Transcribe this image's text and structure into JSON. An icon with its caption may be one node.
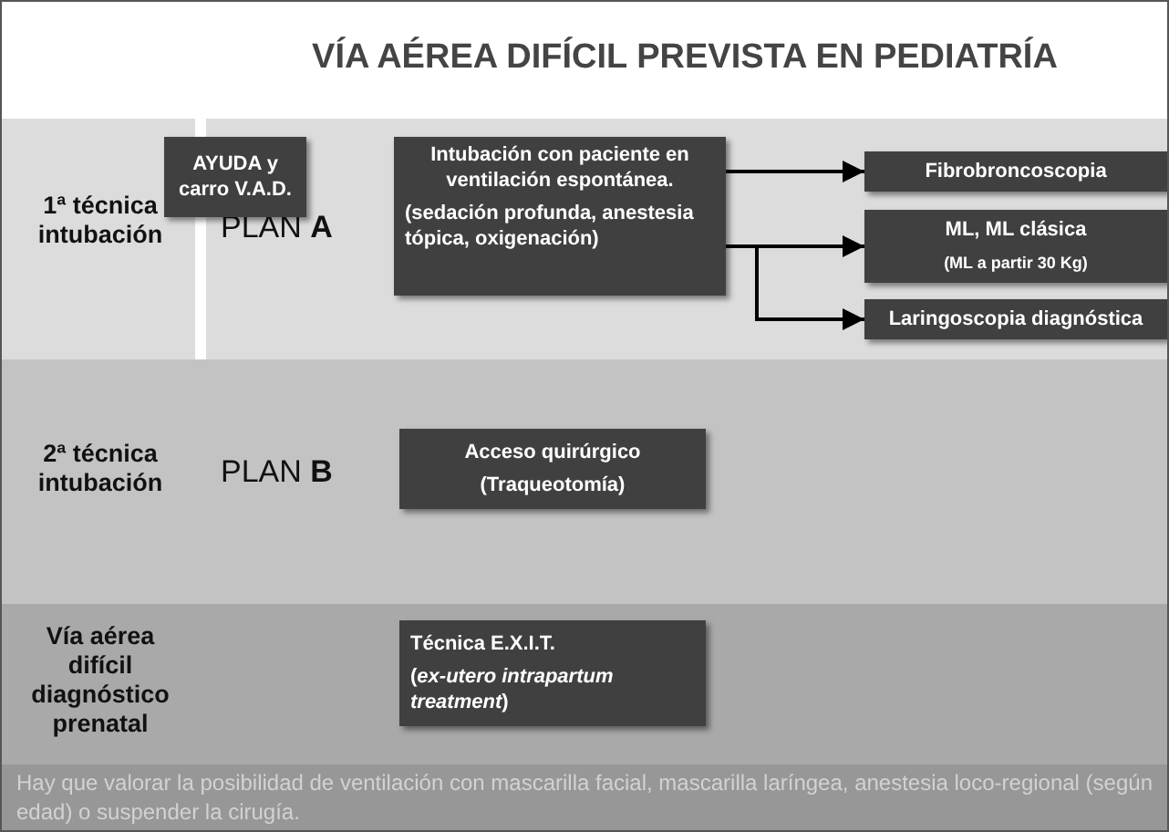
{
  "diagram": {
    "title": "VÍA AÉREA DIFÍCIL PREVISTA EN PEDIATRÍA",
    "nodes": [
      {
        "text": [
          "1ª técnica intubación",
          "PLAN **A**"
        ]
      },
      {
        "text": [
          "AYUDA y carro V.A.D."
        ],
        "in": 0
      },
      {
        "text": [
          "Intubación con paciente en ventilación espontánea.",
          "(sedación profunda, anestesia tópica, oxigenación)"
        ],
        "in": 0
      },
      {
        "text": [
          "Fibrobroncoscopia"
        ],
        "in": 0
      },
      {
        "text": [
          "ML, ML clásica",
          "(ML a partir 30 Kg)"
        ],
        "in": 0
      },
      {
        "text": [
          "Laringoscopia diagnóstica"
        ],
        "in": 0
      },
      {
        "text": [
          "2ª técnica intubación",
          "PLAN **B**"
        ]
      },
      {
        "text": [
          "Acceso quirúrgico",
          "(Traqueotomía)"
        ],
        "in": 6
      },
      {
        "text": [
          "Vía aérea difícil diagnóstico prenatal"
        ]
      },
      {
        "text": [
          "Técnica E.X.I.T.",
          "(*ex-utero intrapartum treatment*)"
        ],
        "in": 8
      },
      {
        "text": [
          "Hay que valorar la posibilidad de ventilación con mascarilla facial, mascarilla laríngea, anestesia loco-regional (según edad) o suspender la cirugía."
        ]
      }
    ],
    "edges": [
      {
        "from": 2,
        "to": 3,
        "arrow": "to"
      },
      {
        "from": 2,
        "to": 4,
        "arrow": "to"
      },
      {
        "from": 2,
        "to": 5,
        "arrow": "to"
      }
    ]
  }
}
